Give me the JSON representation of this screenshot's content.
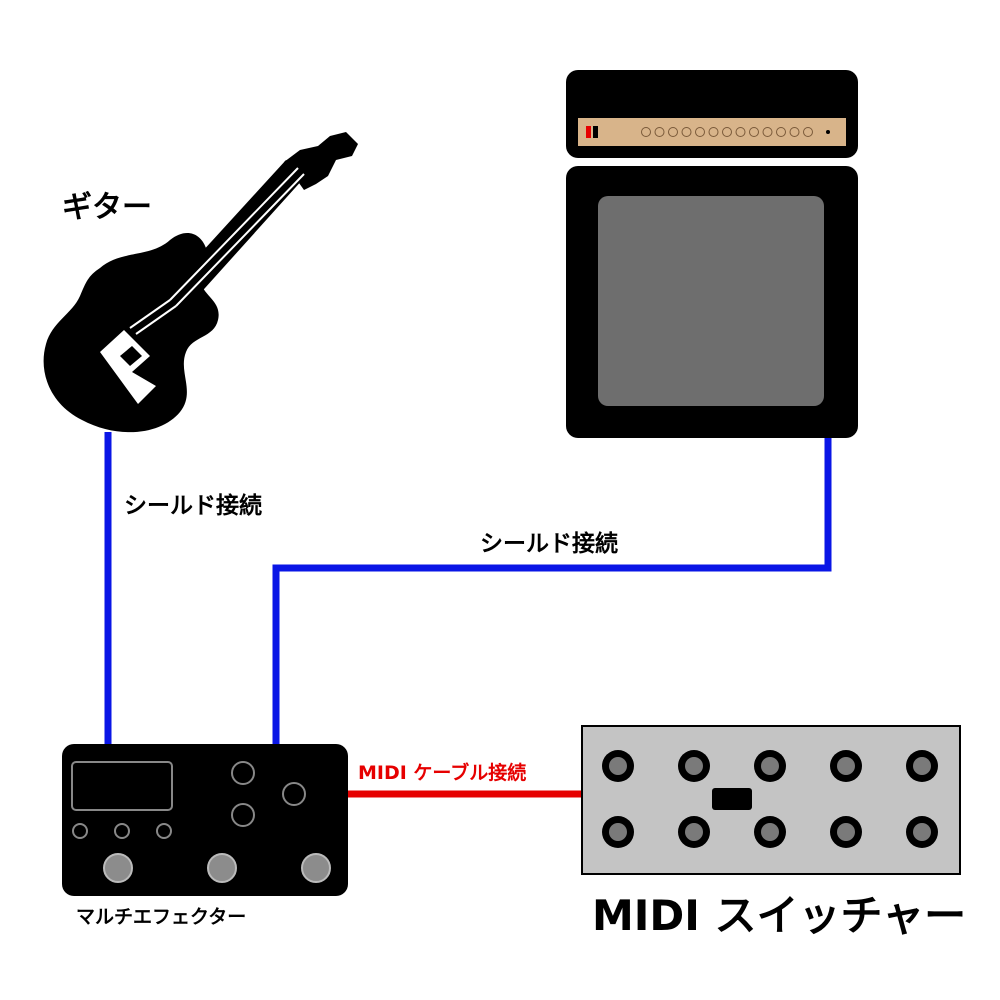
{
  "labels": {
    "guitar": "ギター",
    "shield_connection_1": "シールド接続",
    "shield_connection_2": "シールド接続",
    "midi_cable_connection": "MIDI ケーブル接続",
    "multi_effector": "マルチエフェクター",
    "midi_switcher": "MIDI スイッチャー"
  },
  "colors": {
    "shield_cable": "#0a16e6",
    "midi_cable": "#e60000",
    "device_black": "#000000",
    "amp_panel": "#d8b48a",
    "switcher_body": "#c4c4c4",
    "amp_grille": "#6e6e6e",
    "footswitch": "#8c8c8c"
  },
  "icons": [
    "guitar-icon",
    "amp-head-icon",
    "amp-cabinet-icon",
    "multi-effector-icon",
    "midi-switcher-icon"
  ]
}
